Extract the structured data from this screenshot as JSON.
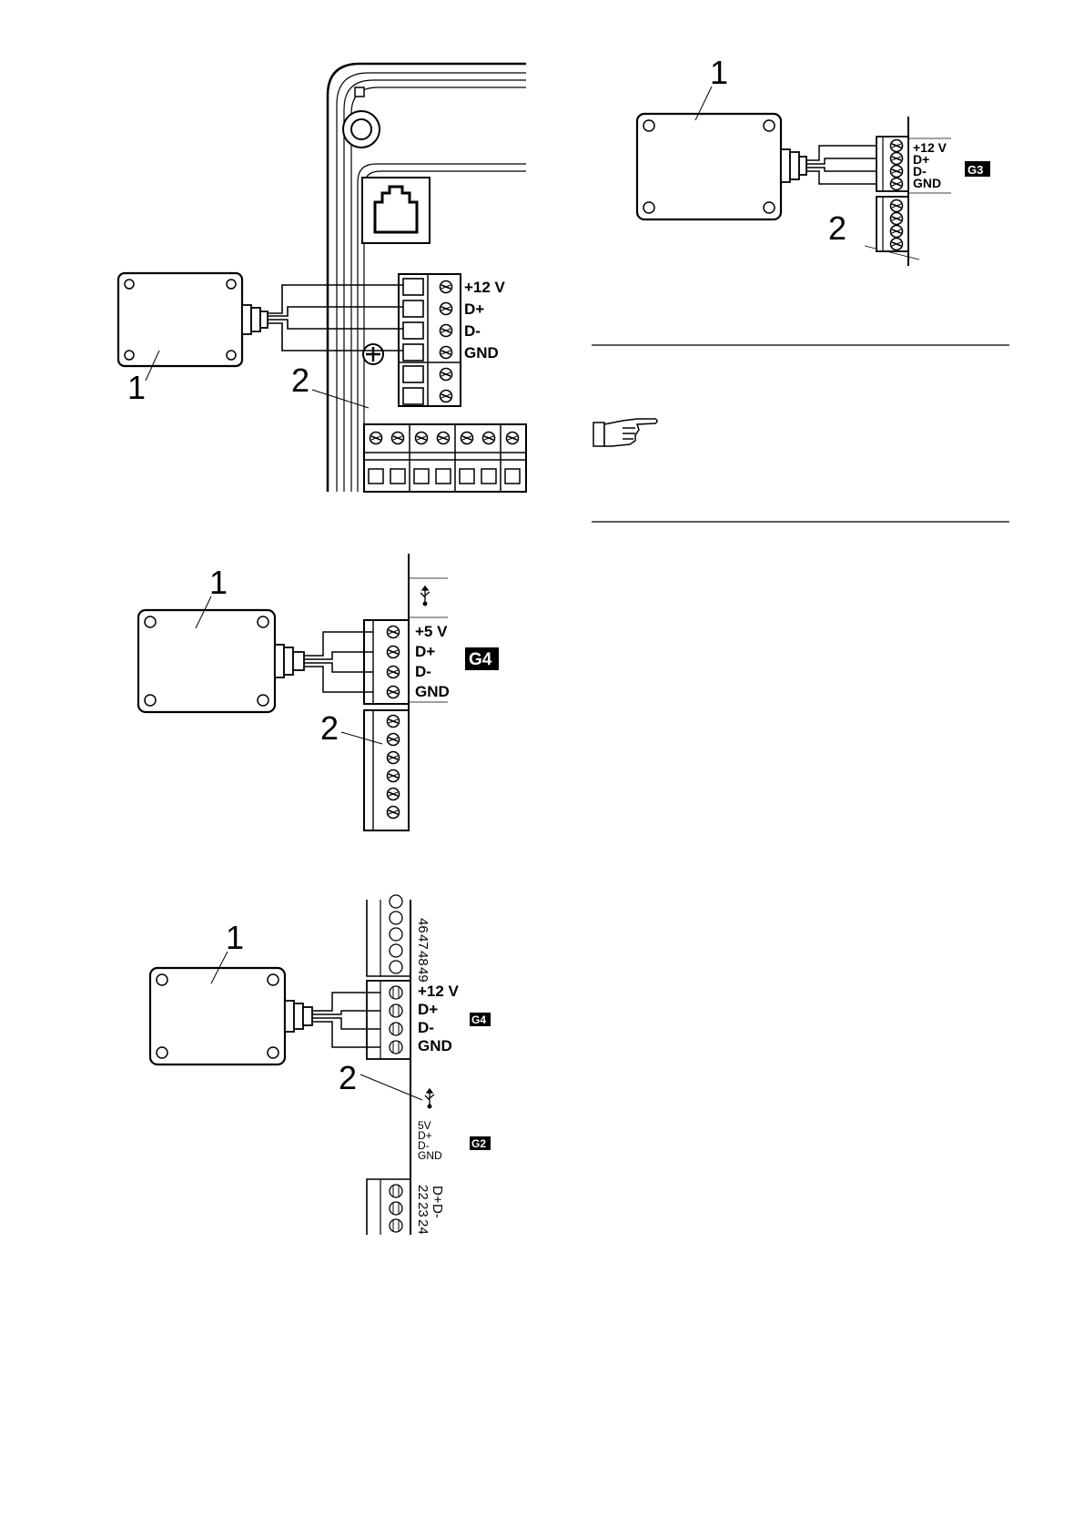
{
  "diagrams": {
    "a": {
      "module_label": "1",
      "terminal_label": "2",
      "pins": [
        "+12 V",
        "D+",
        "D-",
        "GND"
      ]
    },
    "b": {
      "module_label": "1",
      "terminal_label": "2",
      "pins": [
        "+12 V",
        "D+",
        "D-",
        "GND"
      ],
      "badge": "G3"
    },
    "c": {
      "module_label": "1",
      "terminal_label": "2",
      "pins": [
        "+5 V",
        "D+",
        "D-",
        "GND"
      ],
      "badge": "G4"
    },
    "d": {
      "module_label": "1",
      "terminal_label": "2",
      "pins": [
        "+12 V",
        "D+",
        "D-",
        "GND"
      ],
      "badge_top": "G4",
      "usb_pins": [
        "5V",
        "D+",
        "D-",
        "GND"
      ],
      "badge_bottom": "G2",
      "terminal_numbers_top": [
        "46",
        "47",
        "48",
        "49"
      ],
      "terminal_numbers_bottom": [
        "22",
        "23",
        "24"
      ],
      "terminal_pins_bottom": [
        "D+",
        "D-"
      ]
    }
  },
  "icons": {
    "pointing_hand": "pointing-hand-icon",
    "usb": "usb-icon"
  }
}
